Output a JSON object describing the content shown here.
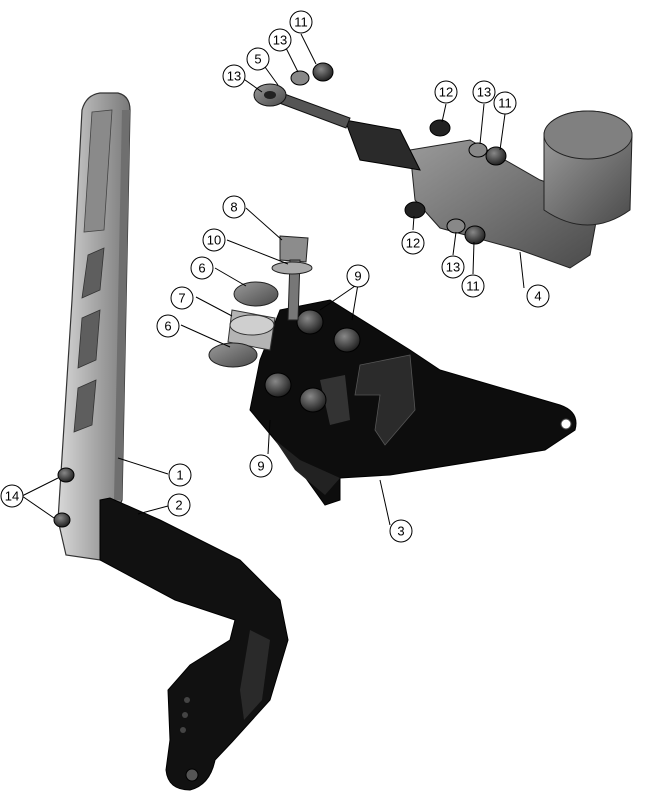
{
  "diagram": {
    "type": "exploded-assembly",
    "callouts": [
      {
        "id": "c1",
        "label": "1"
      },
      {
        "id": "c2",
        "label": "2"
      },
      {
        "id": "c3",
        "label": "3"
      },
      {
        "id": "c4",
        "label": "4"
      },
      {
        "id": "c5",
        "label": "5"
      },
      {
        "id": "c6a",
        "label": "6"
      },
      {
        "id": "c6b",
        "label": "6"
      },
      {
        "id": "c7",
        "label": "7"
      },
      {
        "id": "c8",
        "label": "8"
      },
      {
        "id": "c9a",
        "label": "9"
      },
      {
        "id": "c9b",
        "label": "9"
      },
      {
        "id": "c10",
        "label": "10"
      },
      {
        "id": "c11a",
        "label": "11"
      },
      {
        "id": "c11b",
        "label": "11"
      },
      {
        "id": "c11c",
        "label": "11"
      },
      {
        "id": "c12a",
        "label": "12"
      },
      {
        "id": "c12b",
        "label": "12"
      },
      {
        "id": "c13a",
        "label": "13"
      },
      {
        "id": "c13b",
        "label": "13"
      },
      {
        "id": "c13c",
        "label": "13"
      },
      {
        "id": "c13d",
        "label": "13"
      },
      {
        "id": "c14",
        "label": "14"
      }
    ]
  }
}
